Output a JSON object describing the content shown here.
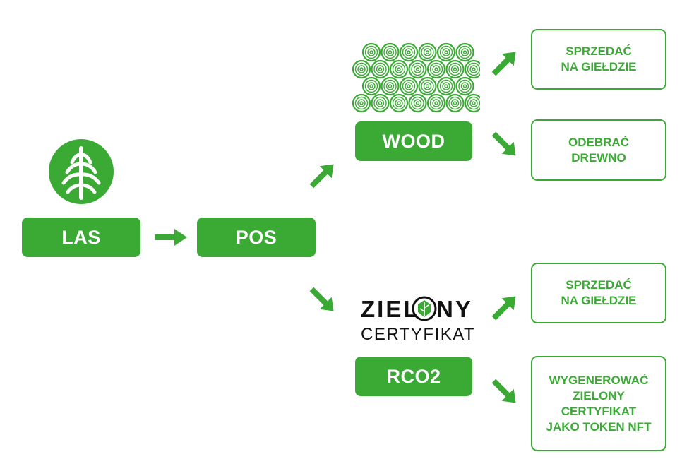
{
  "nodes": {
    "las": "LAS",
    "pos": "POS",
    "wood": "WOOD",
    "rco2": "RCO2"
  },
  "outcomes": {
    "wood_sell": "SPRZEDAĆ\nNA GIEŁDZIE",
    "wood_collect": "ODEBRAĆ\nDREWNO",
    "rco2_sell": "SPRZEDAĆ\nNA GIEŁDZIE",
    "rco2_nft": "WYGENEROWAĆ\nZIELONY\nCERTYFIKAT\nJAKO TOKEN NFT"
  },
  "certificate_logo": {
    "top_left": "ZIEL",
    "top_right": "NY",
    "bottom": "CERTYFIKAT"
  },
  "colors": {
    "accent": "#3aaa35",
    "text_dark": "#111111",
    "background": "#ffffff"
  },
  "icons": [
    "tree-icon",
    "log-pile-icon",
    "leaf-icon",
    "arrow-icon"
  ]
}
